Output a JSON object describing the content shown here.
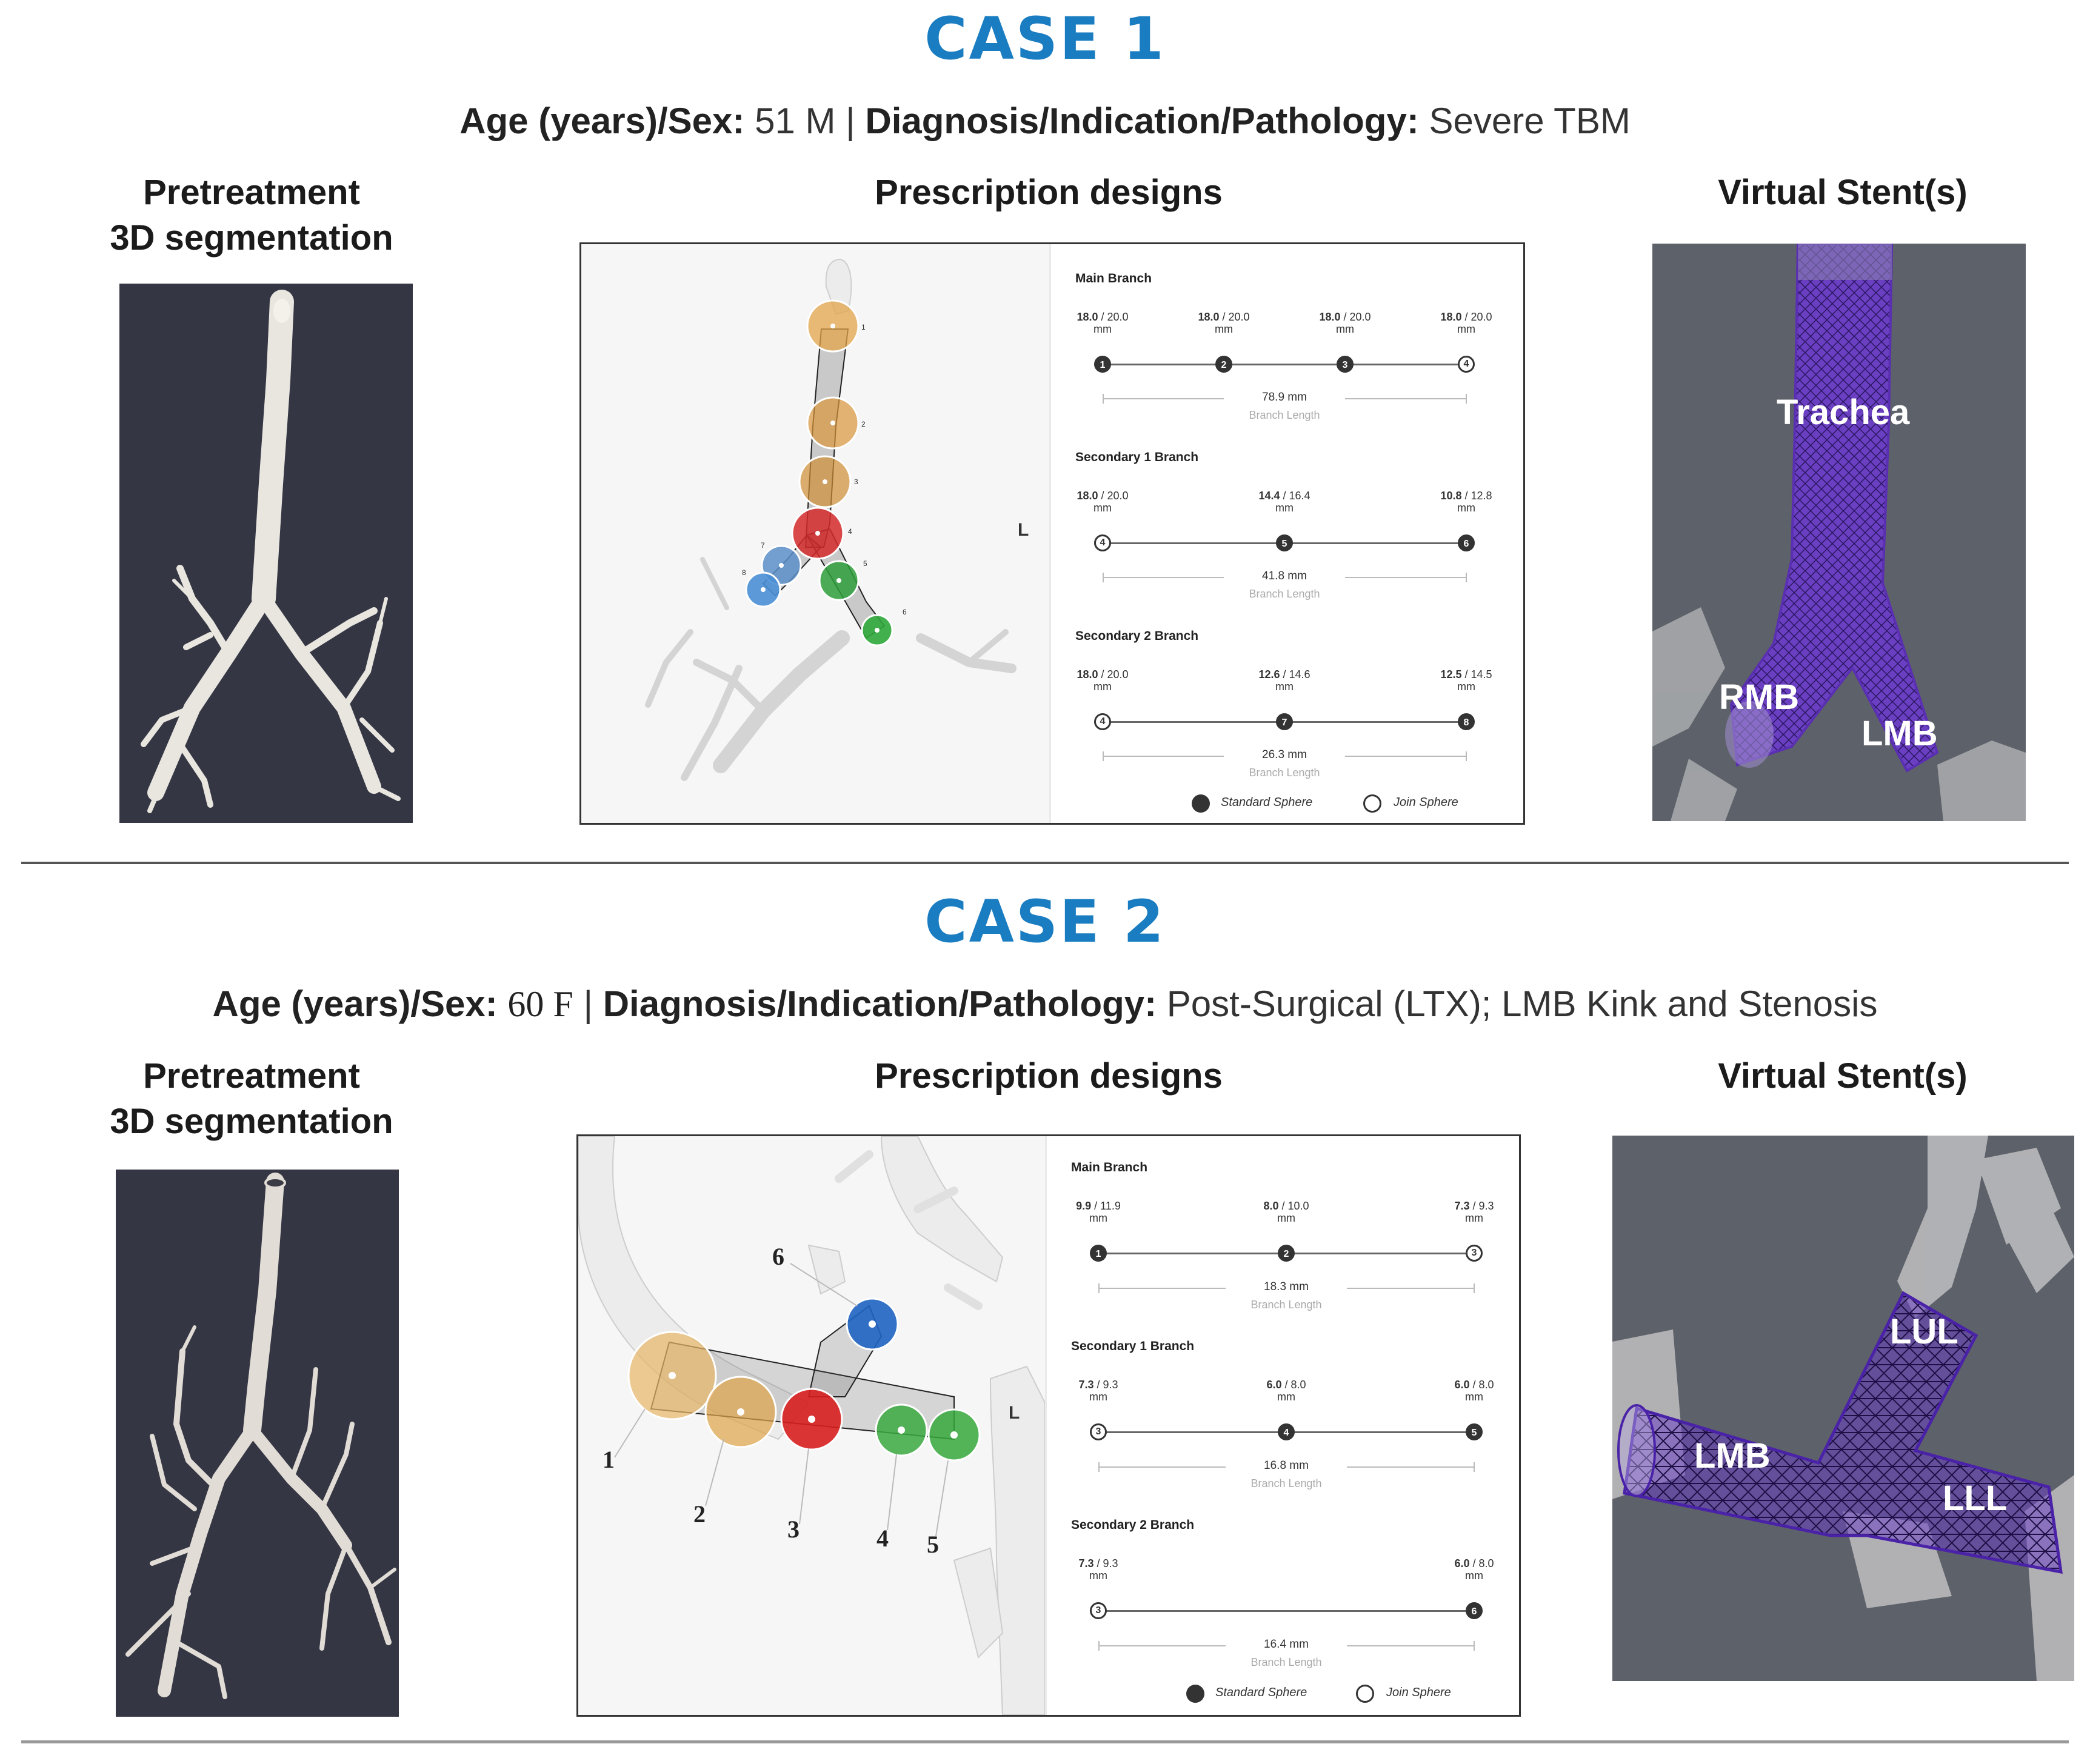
{
  "colors": {
    "title_blue": "#1a7dc1",
    "dark_panel": "#343643",
    "stent_panel": "#5d6169",
    "stent_purple": "#6a3fc2"
  },
  "cases": [
    {
      "title": "CASE 1",
      "age_sex_label": "Age (years)/Sex:",
      "age_sex_value": "51 M",
      "separator": "|",
      "diagnosis_label": "Diagnosis/Indication/Pathology:",
      "diagnosis_value": "Severe TBM",
      "col_pretreatment_line1": "Pretreatment",
      "col_pretreatment_line2": "3D segmentation",
      "col_prescription": "Prescription designs",
      "col_stents": "Virtual Stent(s)",
      "orientation_label": "L",
      "sphere_numbers": [
        "1",
        "2",
        "3",
        "4",
        "5",
        "6",
        "7",
        "8"
      ],
      "branches": [
        {
          "title": "Main Branch",
          "diameters": [
            {
              "bold": "18.0",
              "rest": " / 20.0",
              "unit": "mm"
            },
            {
              "bold": "18.0",
              "rest": " / 20.0",
              "unit": "mm"
            },
            {
              "bold": "18.0",
              "rest": " / 20.0",
              "unit": "mm"
            },
            {
              "bold": "18.0",
              "rest": " / 20.0",
              "unit": "mm"
            }
          ],
          "nodes": [
            "1",
            "2",
            "3",
            "4"
          ],
          "length": "78.9 mm",
          "length_caption": "Branch Length"
        },
        {
          "title": "Secondary 1 Branch",
          "diameters": [
            {
              "bold": "18.0",
              "rest": " / 20.0",
              "unit": "mm"
            },
            {
              "bold": "14.4",
              "rest": " / 16.4",
              "unit": "mm"
            },
            {
              "bold": "10.8",
              "rest": " / 12.8",
              "unit": "mm"
            }
          ],
          "nodes": [
            "4",
            "5",
            "6"
          ],
          "length": "41.8 mm",
          "length_caption": "Branch Length"
        },
        {
          "title": "Secondary 2 Branch",
          "diameters": [
            {
              "bold": "18.0",
              "rest": " / 20.0",
              "unit": "mm"
            },
            {
              "bold": "12.6",
              "rest": " / 14.6",
              "unit": "mm"
            },
            {
              "bold": "12.5",
              "rest": " / 14.5",
              "unit": "mm"
            }
          ],
          "nodes": [
            "4",
            "7",
            "8"
          ],
          "length": "26.3 mm",
          "length_caption": "Branch Length"
        }
      ],
      "legend_standard": "Standard Sphere",
      "legend_join": "Join Sphere",
      "stent_labels": [
        "Trachea",
        "RMB",
        "LMB"
      ]
    },
    {
      "title": "CASE 2",
      "age_sex_label": "Age (years)/Sex:",
      "age_sex_value": "60 F",
      "separator": "|",
      "diagnosis_label": "Diagnosis/Indication/Pathology:",
      "diagnosis_value": "Post-Surgical (LTX); LMB Kink and Stenosis",
      "col_pretreatment_line1": "Pretreatment",
      "col_pretreatment_line2": "3D segmentation",
      "col_prescription": "Prescription designs",
      "col_stents": "Virtual Stent(s)",
      "orientation_label": "L",
      "sphere_numbers": [
        "1",
        "2",
        "3",
        "4",
        "5",
        "6"
      ],
      "branches": [
        {
          "title": "Main Branch",
          "diameters": [
            {
              "bold": "9.9",
              "rest": " / 11.9",
              "unit": "mm"
            },
            {
              "bold": "8.0",
              "rest": " / 10.0",
              "unit": "mm"
            },
            {
              "bold": "7.3",
              "rest": " / 9.3",
              "unit": "mm"
            }
          ],
          "nodes": [
            "1",
            "2",
            "3"
          ],
          "length": "18.3 mm",
          "length_caption": "Branch Length"
        },
        {
          "title": "Secondary 1 Branch",
          "diameters": [
            {
              "bold": "7.3",
              "rest": " / 9.3",
              "unit": "mm"
            },
            {
              "bold": "6.0",
              "rest": " / 8.0",
              "unit": "mm"
            },
            {
              "bold": "6.0",
              "rest": " / 8.0",
              "unit": "mm"
            }
          ],
          "nodes": [
            "3",
            "4",
            "5"
          ],
          "length": "16.8 mm",
          "length_caption": "Branch Length"
        },
        {
          "title": "Secondary 2 Branch",
          "diameters": [
            {
              "bold": "7.3",
              "rest": " / 9.3",
              "unit": "mm"
            },
            {
              "bold": "6.0",
              "rest": " / 8.0",
              "unit": "mm"
            }
          ],
          "nodes": [
            "3",
            "6"
          ],
          "length": "16.4 mm",
          "length_caption": "Branch Length"
        }
      ],
      "legend_standard": "Standard Sphere",
      "legend_join": "Join Sphere",
      "stent_labels": [
        "LUL",
        "LMB",
        "LLL"
      ]
    }
  ]
}
